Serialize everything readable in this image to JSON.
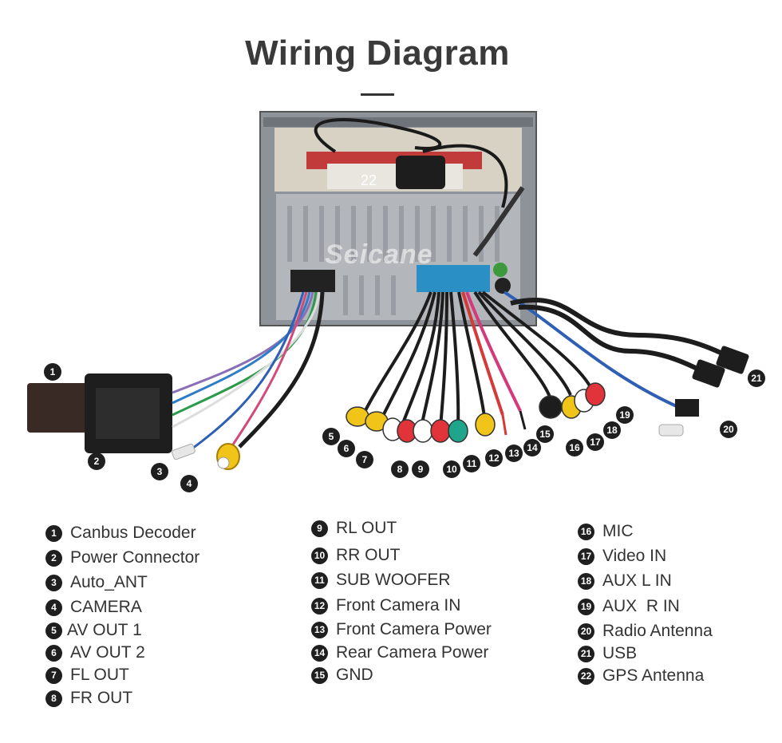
{
  "title": "Wiring Diagram",
  "watermark": "Seicane",
  "gps_callout": "22",
  "callouts": [
    "1",
    "2",
    "3",
    "4",
    "5",
    "6",
    "7",
    "8",
    "9",
    "10",
    "11",
    "12",
    "13",
    "14",
    "15",
    "16",
    "17",
    "18",
    "19",
    "20",
    "21"
  ],
  "legend": [
    {
      "num": "1",
      "label": "Canbus Decoder"
    },
    {
      "num": "2",
      "label": "Power Connector"
    },
    {
      "num": "3",
      "label": "Auto_ANT"
    },
    {
      "num": "4",
      "label": "CAMERA"
    },
    {
      "num": "5",
      "label": "AV OUT 1"
    },
    {
      "num": "6",
      "label": "AV OUT 2"
    },
    {
      "num": "7",
      "label": "FL OUT"
    },
    {
      "num": "8",
      "label": "FR OUT"
    },
    {
      "num": "9",
      "label": "RL OUT"
    },
    {
      "num": "10",
      "label": "RR OUT"
    },
    {
      "num": "11",
      "label": "SUB WOOFER"
    },
    {
      "num": "12",
      "label": "Front Camera IN"
    },
    {
      "num": "13",
      "label": "Front Camera Power"
    },
    {
      "num": "14",
      "label": "Rear Camera Power"
    },
    {
      "num": "15",
      "label": "GND"
    },
    {
      "num": "16",
      "label": "MIC"
    },
    {
      "num": "17",
      "label": "Video IN"
    },
    {
      "num": "18",
      "label": "AUX L IN"
    },
    {
      "num": "19",
      "label": "AUX  R IN"
    },
    {
      "num": "20",
      "label": "Radio Antenna"
    },
    {
      "num": "21",
      "label": "USB"
    },
    {
      "num": "22",
      "label": "GPS Antenna"
    }
  ]
}
